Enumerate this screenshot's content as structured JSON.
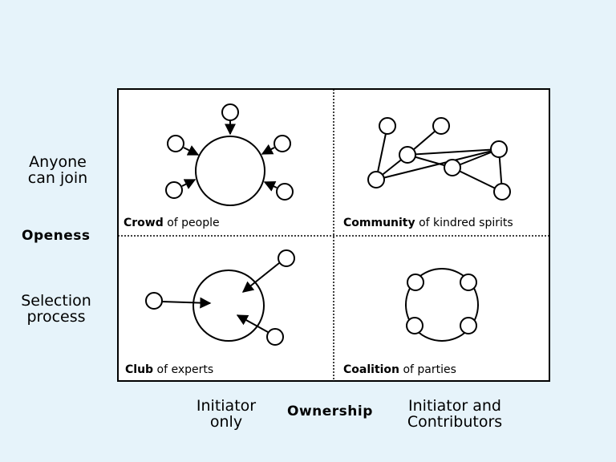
{
  "axes": {
    "openness": {
      "title": "Openess",
      "top": [
        "Anyone",
        "can join"
      ],
      "bottom": [
        "Selection",
        "process"
      ]
    },
    "ownership": {
      "title": "Ownership",
      "left": [
        "Initiator",
        "only"
      ],
      "right": [
        "Initiator and",
        "Contributors"
      ]
    }
  },
  "quadrants": {
    "crowd": {
      "name": "Crowd",
      "rest": " of people"
    },
    "community": {
      "name": "Community",
      "rest": " of kindred spirits"
    },
    "club": {
      "name": "Club",
      "rest": " of experts"
    },
    "coalition": {
      "name": "Coalition",
      "rest": " of parties"
    }
  },
  "colors": {
    "background": "#e6f3fa",
    "ink": "#000000",
    "node_fill": "#ffffff"
  }
}
